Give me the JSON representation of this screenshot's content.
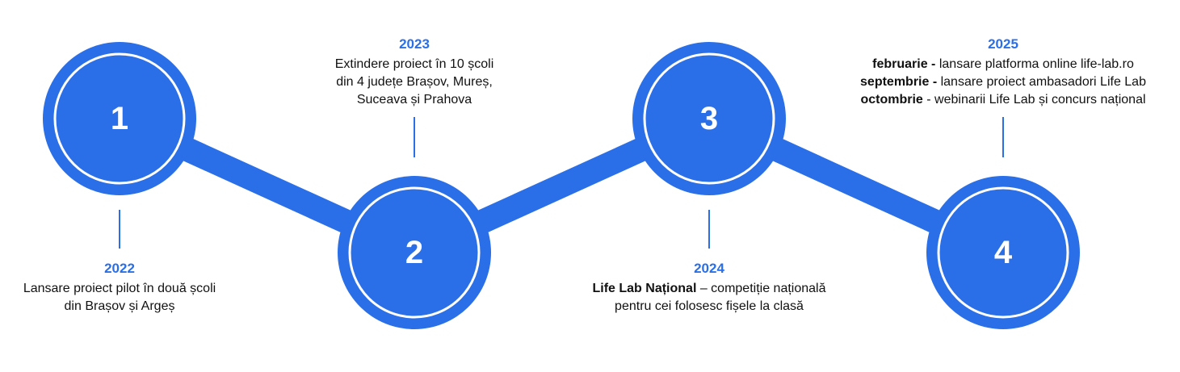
{
  "accent": "#2a6fe8",
  "steps": [
    {
      "number": "1",
      "year": "2022",
      "lines": [
        "Lansare proiect pilot în două școli",
        "din Brașov și Argeș"
      ]
    },
    {
      "number": "2",
      "year": "2023",
      "lines": [
        "Extindere proiect în 10 școli",
        "din 4 județe Brașov, Mureș,",
        "Suceava și Prahova"
      ]
    },
    {
      "number": "3",
      "year": "2024",
      "bold": "Life Lab Național",
      "rest": " – competiție națională",
      "lines": [
        "pentru cei folosesc fișele la clasă"
      ]
    },
    {
      "number": "4",
      "year": "2025",
      "items": [
        {
          "bold": "februarie -",
          "rest": " lansare platforma online life-lab.ro"
        },
        {
          "bold": "septembrie -",
          "rest": " lansare proiect ambasadori Life Lab"
        },
        {
          "bold": "octombrie",
          "rest": " - webinarii Life Lab și concurs național"
        }
      ]
    }
  ]
}
